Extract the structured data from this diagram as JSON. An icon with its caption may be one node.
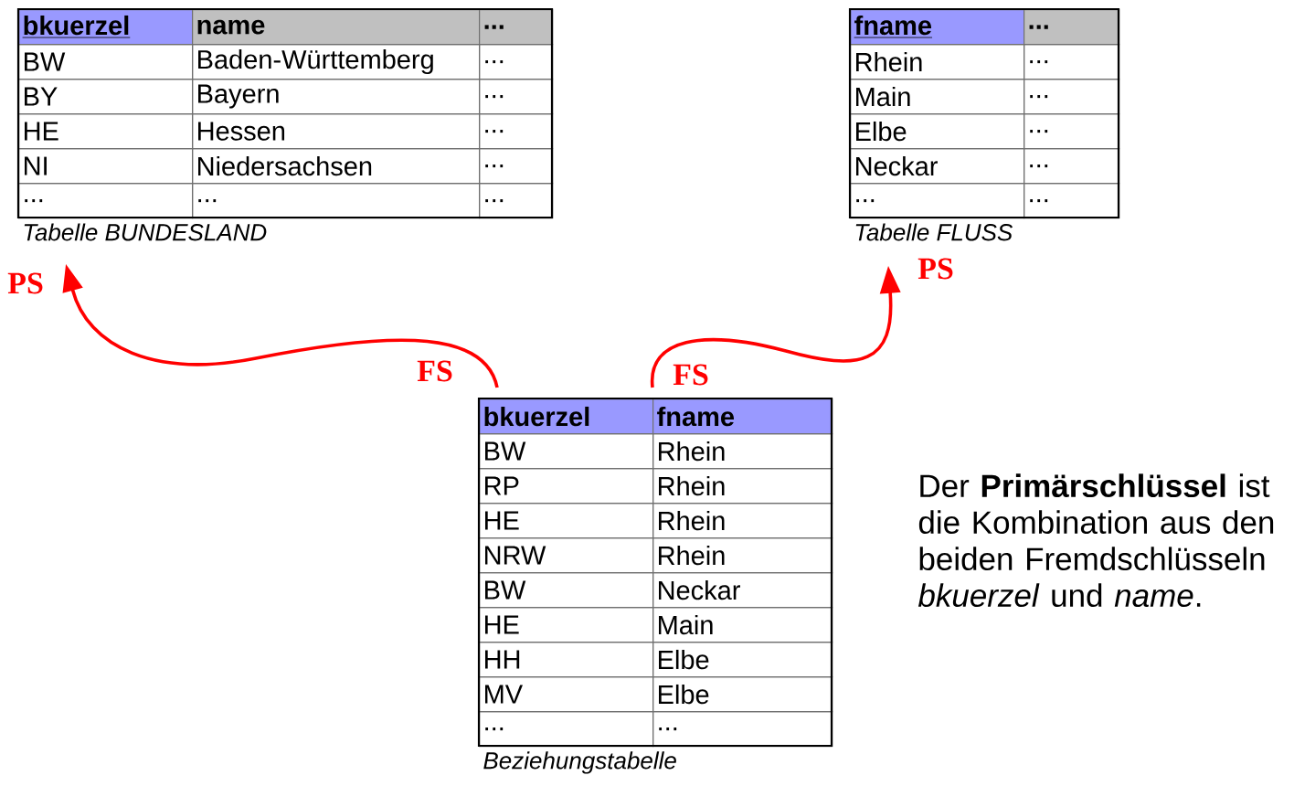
{
  "diagram": {
    "nodes": [
      {
        "text": [
          "Tabelle BUNDESLAND"
        ]
      },
      {
        "text": [
          "bkuerzel",
          "BW",
          "BY",
          "HE",
          "NI",
          "..."
        ],
        "in": 0
      },
      {
        "text": [
          "name",
          "Baden-Württemberg",
          "Bayern",
          "Hessen",
          "Niedersachsen",
          "..."
        ],
        "in": 0
      },
      {
        "text": [
          "...",
          "...",
          "...",
          "...",
          "...",
          "..."
        ],
        "in": 0
      },
      {
        "text": [
          "Tabelle FLUSS"
        ]
      },
      {
        "text": [
          "fname",
          "Rhein",
          "Main",
          "Elbe",
          "Neckar",
          "..."
        ],
        "in": 4
      },
      {
        "text": [
          "...",
          "...",
          "...",
          "...",
          "...",
          "..."
        ],
        "in": 4
      },
      {
        "text": [
          "Beziehungstabelle"
        ]
      },
      {
        "text": [
          "bkuerzel",
          "BW",
          "RP",
          "HE",
          "NRW",
          "BW",
          "HE",
          "HH",
          "MV",
          "..."
        ],
        "in": 7
      },
      {
        "text": [
          "fname",
          "Rhein",
          "Rhein",
          "Rhein",
          "Rhein",
          "Neckar",
          "Main",
          "Elbe",
          "Elbe",
          "..."
        ],
        "in": 7
      }
    ],
    "edges": [
      {
        "from": 8,
        "to": 0,
        "arrow": "to"
      },
      {
        "from": 9,
        "to": 4,
        "arrow": "to"
      }
    ],
    "labels": [
      "PS",
      "PS",
      "FS",
      "FS",
      "Der **Primärschlüssel** ist die Kombination aus den beiden Fremdschlüsseln *bkuerzel* und *name*."
    ]
  }
}
